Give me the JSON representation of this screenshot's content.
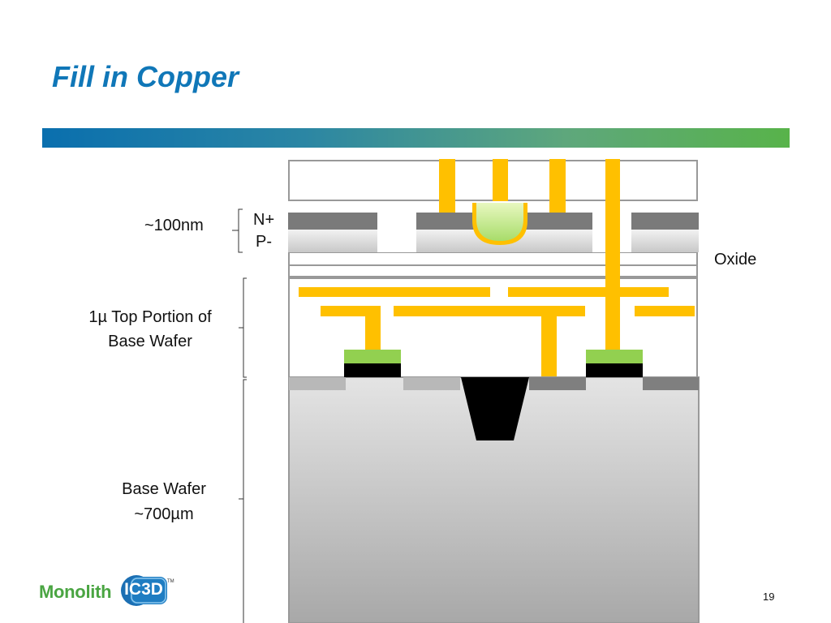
{
  "title": "Fill in Copper",
  "labels": {
    "thickness_100nm": "~100nm",
    "n_plus": "N+",
    "p_minus": "P-",
    "oxide": "Oxide",
    "top_portion_line1": "1µ Top Portion of",
    "top_portion_line2": "Base Wafer",
    "base_wafer_line1": "Base Wafer",
    "base_wafer_line2": "~700µm"
  },
  "footer": {
    "page_number": "19",
    "logo_text": "Monolith",
    "logo_badge": "IC3D",
    "logo_tm": "TM"
  },
  "colors": {
    "title": "#1077b8",
    "copper": "#ffc000",
    "dark_gray": "#7a7a7a",
    "green_contact": "#92d050",
    "black": "#000000"
  }
}
